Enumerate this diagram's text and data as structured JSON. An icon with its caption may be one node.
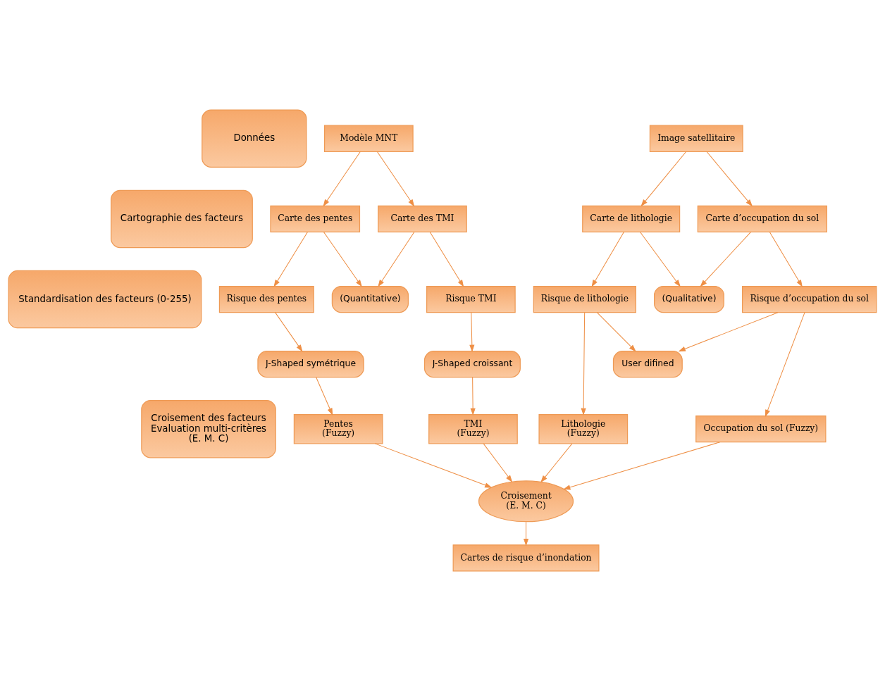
{
  "diagram": {
    "nodes": [
      {
        "text": [
          "Données"
        ]
      },
      {
        "text": [
          "Cartographie des facteurs"
        ]
      },
      {
        "text": [
          "Standardisation des facteurs (0-255)"
        ]
      },
      {
        "text": [
          "Croisement des facteurs",
          "Evaluation multi-critères",
          "(E. M. C)"
        ]
      },
      {
        "text": [
          "Modèle MNT"
        ]
      },
      {
        "text": [
          "Image satellitaire"
        ]
      },
      {
        "text": [
          "Carte des pentes"
        ]
      },
      {
        "text": [
          "Carte des TMI"
        ]
      },
      {
        "text": [
          "Carte de lithologie"
        ]
      },
      {
        "text": [
          "Carte d’occupation du sol"
        ]
      },
      {
        "text": [
          "(Quantitative)"
        ]
      },
      {
        "text": [
          "(Qualitative)"
        ]
      },
      {
        "text": [
          "Risque des pentes"
        ]
      },
      {
        "text": [
          "Risque TMI"
        ]
      },
      {
        "text": [
          "Risque de lithologie"
        ]
      },
      {
        "text": [
          "Risque d’occupation du sol"
        ]
      },
      {
        "text": [
          "J-Shaped symétrique"
        ]
      },
      {
        "text": [
          "J-Shaped croissant"
        ]
      },
      {
        "text": [
          "User difined"
        ]
      },
      {
        "text": [
          "Pentes",
          "(Fuzzy)"
        ]
      },
      {
        "text": [
          "TMI",
          "(Fuzzy)"
        ]
      },
      {
        "text": [
          "Lithologie",
          "(Fuzzy)"
        ]
      },
      {
        "text": [
          "Occupation du sol (Fuzzy)"
        ]
      },
      {
        "text": [
          "Croisement",
          "(E. M. C)"
        ]
      },
      {
        "text": [
          "Cartes de risque d’inondation"
        ]
      }
    ],
    "edges": [
      {
        "from": 4,
        "to": 6,
        "arrow": "to"
      },
      {
        "from": 4,
        "to": 7,
        "arrow": "to"
      },
      {
        "from": 5,
        "to": 8,
        "arrow": "to"
      },
      {
        "from": 5,
        "to": 9,
        "arrow": "to"
      },
      {
        "from": 6,
        "to": 10,
        "arrow": "to"
      },
      {
        "from": 6,
        "to": 12,
        "arrow": "to"
      },
      {
        "from": 7,
        "to": 10,
        "arrow": "to"
      },
      {
        "from": 7,
        "to": 13,
        "arrow": "to"
      },
      {
        "from": 8,
        "to": 11,
        "arrow": "to"
      },
      {
        "from": 8,
        "to": 14,
        "arrow": "to"
      },
      {
        "from": 9,
        "to": 11,
        "arrow": "to"
      },
      {
        "from": 9,
        "to": 15,
        "arrow": "to"
      },
      {
        "from": 12,
        "to": 16,
        "arrow": "to"
      },
      {
        "from": 13,
        "to": 17,
        "arrow": "to"
      },
      {
        "from": 14,
        "to": 18,
        "arrow": "to"
      },
      {
        "from": 14,
        "to": 21,
        "arrow": "to"
      },
      {
        "from": 15,
        "to": 18,
        "arrow": "to"
      },
      {
        "from": 15,
        "to": 22,
        "arrow": "to"
      },
      {
        "from": 16,
        "to": 19,
        "arrow": "to"
      },
      {
        "from": 17,
        "to": 20,
        "arrow": "to"
      },
      {
        "from": 19,
        "to": 23,
        "arrow": "to"
      },
      {
        "from": 20,
        "to": 23,
        "arrow": "to"
      },
      {
        "from": 21,
        "to": 23,
        "arrow": "to"
      },
      {
        "from": 22,
        "to": 23,
        "arrow": "to"
      },
      {
        "from": 23,
        "to": 24,
        "arrow": "to"
      }
    ]
  }
}
